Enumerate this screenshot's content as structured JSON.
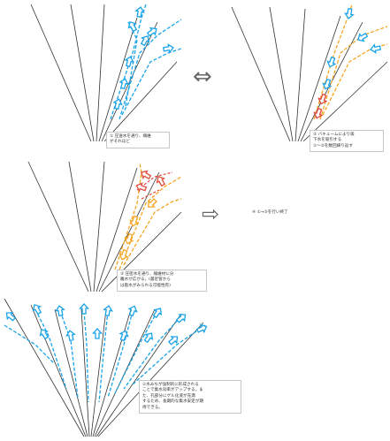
{
  "colors": {
    "fiber": "#333333",
    "blue_flow": "#1aa3e8",
    "orange_flow": "#f5a623",
    "red_flow": "#e04a3a"
  },
  "panels": [
    {
      "step": "1",
      "text": "① 圧送水を通り、繊維\nがそれほど"
    },
    {
      "step": "2",
      "text": "② バキュームにより吸\n下水を吸引する\n①～②を数回繰り返す"
    },
    {
      "step": "3",
      "text": "③ 圧密水を通り、繊維材に分\n離水が広がる。(最近管から\nは脂水がみられる可能性有)"
    },
    {
      "step": "4",
      "text": "④ ①→③を行い終了"
    },
    {
      "step": "5",
      "text": "①水みちが強制的に形成される\nことで集水効率がアップする。ま\nた、孔部分にゲル化液が充満\nするため、長期的な集水安定が期\n待できる。"
    }
  ],
  "arrow_symbols": {
    "bidirectional": "⇔",
    "forward": "⇨"
  }
}
